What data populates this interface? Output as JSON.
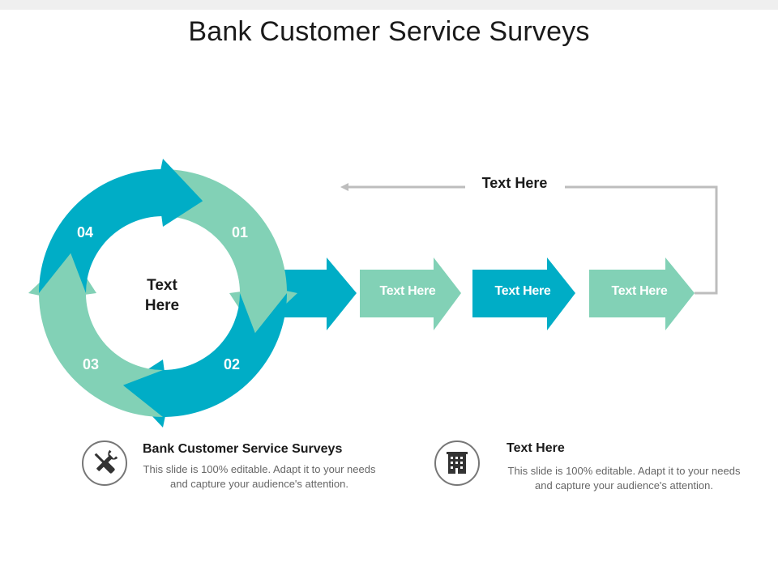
{
  "title": "Bank Customer Service Surveys",
  "colors": {
    "teal": "#00ADC6",
    "mint": "#82D1B6",
    "connector": "#BDBDBD",
    "icon_stroke": "#777777"
  },
  "cycle": {
    "center_label": "Text Here",
    "segments": [
      {
        "number": "01",
        "color": "mint"
      },
      {
        "number": "02",
        "color": "teal"
      },
      {
        "number": "03",
        "color": "mint"
      },
      {
        "number": "04",
        "color": "teal"
      }
    ]
  },
  "flow": {
    "steps": [
      "Text Here",
      "Text Here",
      "Text Here"
    ],
    "loop_label": "Text Here"
  },
  "info": [
    {
      "icon": "tools-icon",
      "title": "Bank Customer Service Surveys",
      "body": "This slide is 100% editable. Adapt it to your needs and capture your audience's attention."
    },
    {
      "icon": "building-icon",
      "title": "Text Here",
      "body": "This slide is 100% editable. Adapt it to your needs and capture your audience's attention."
    }
  ]
}
